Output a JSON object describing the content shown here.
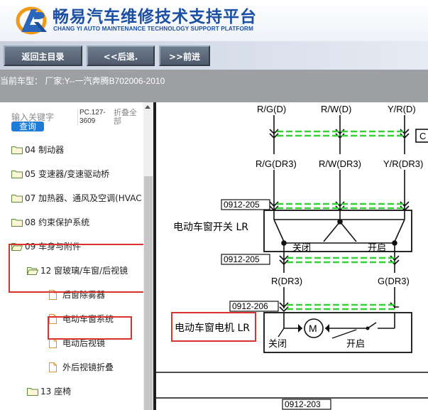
{
  "header": {
    "title": "畅易汽车维修技术支持平台",
    "subtitle": "CHANG YI AUTO MAINTENANCE TECHNOLOGY SUPPORT PLATFORM"
  },
  "nav": {
    "home": "返回主目录",
    "back": "<<后退.",
    "forward": ">>前进"
  },
  "model_bar": {
    "text": "当前车型： 厂家:Y--一汽奔腾B702006-2010"
  },
  "sidebar": {
    "search_label": "输入关键字",
    "query_button": "查询",
    "code": "PC.127-3609",
    "collapse": "折叠全部",
    "items": [
      {
        "label": "04 制动器",
        "type": "folder"
      },
      {
        "label": "05 变速器/变速驱动桥",
        "type": "folder"
      },
      {
        "label": "07 加热器、通风及空调(HVAC",
        "type": "folder"
      },
      {
        "label": "08 约束保护系统",
        "type": "folder"
      },
      {
        "label": "09 车身与附件",
        "type": "folder-open"
      },
      {
        "label": "12 窗玻璃/车窗/后视镜",
        "type": "folder-open"
      },
      {
        "label": "后窗除雾器",
        "type": "doc"
      },
      {
        "label": "电动车窗系统",
        "type": "doc"
      },
      {
        "label": "电动后视镜",
        "type": "doc"
      },
      {
        "label": "外后视镜折叠",
        "type": "doc"
      },
      {
        "label": "13 座椅",
        "type": "folder"
      }
    ]
  },
  "diagram": {
    "wires_top": [
      "R/G(D)",
      "R/W(D)",
      "Y/R(D)"
    ],
    "wires_mid": [
      "R/G(DR3)",
      "R/W(DR3)",
      "Y/R(DR3)"
    ],
    "wires_low": [
      "R(DR3)",
      "G(DR3)"
    ],
    "connectors": [
      "0912-205",
      "0912-205",
      "0912-206",
      "0912-203"
    ],
    "switch_label": "电动车窗开关 LR",
    "motor_label": "电动车窗电机 LR",
    "close_label": "关闭",
    "open_label": "开启",
    "motor_symbol": "M",
    "partial_label": "C"
  },
  "colors": {
    "brand_blue": "#1b4fa3",
    "highlight_red": "#d9342b",
    "wire_green": "#35d235",
    "query_blue": "#1e7bd6"
  }
}
